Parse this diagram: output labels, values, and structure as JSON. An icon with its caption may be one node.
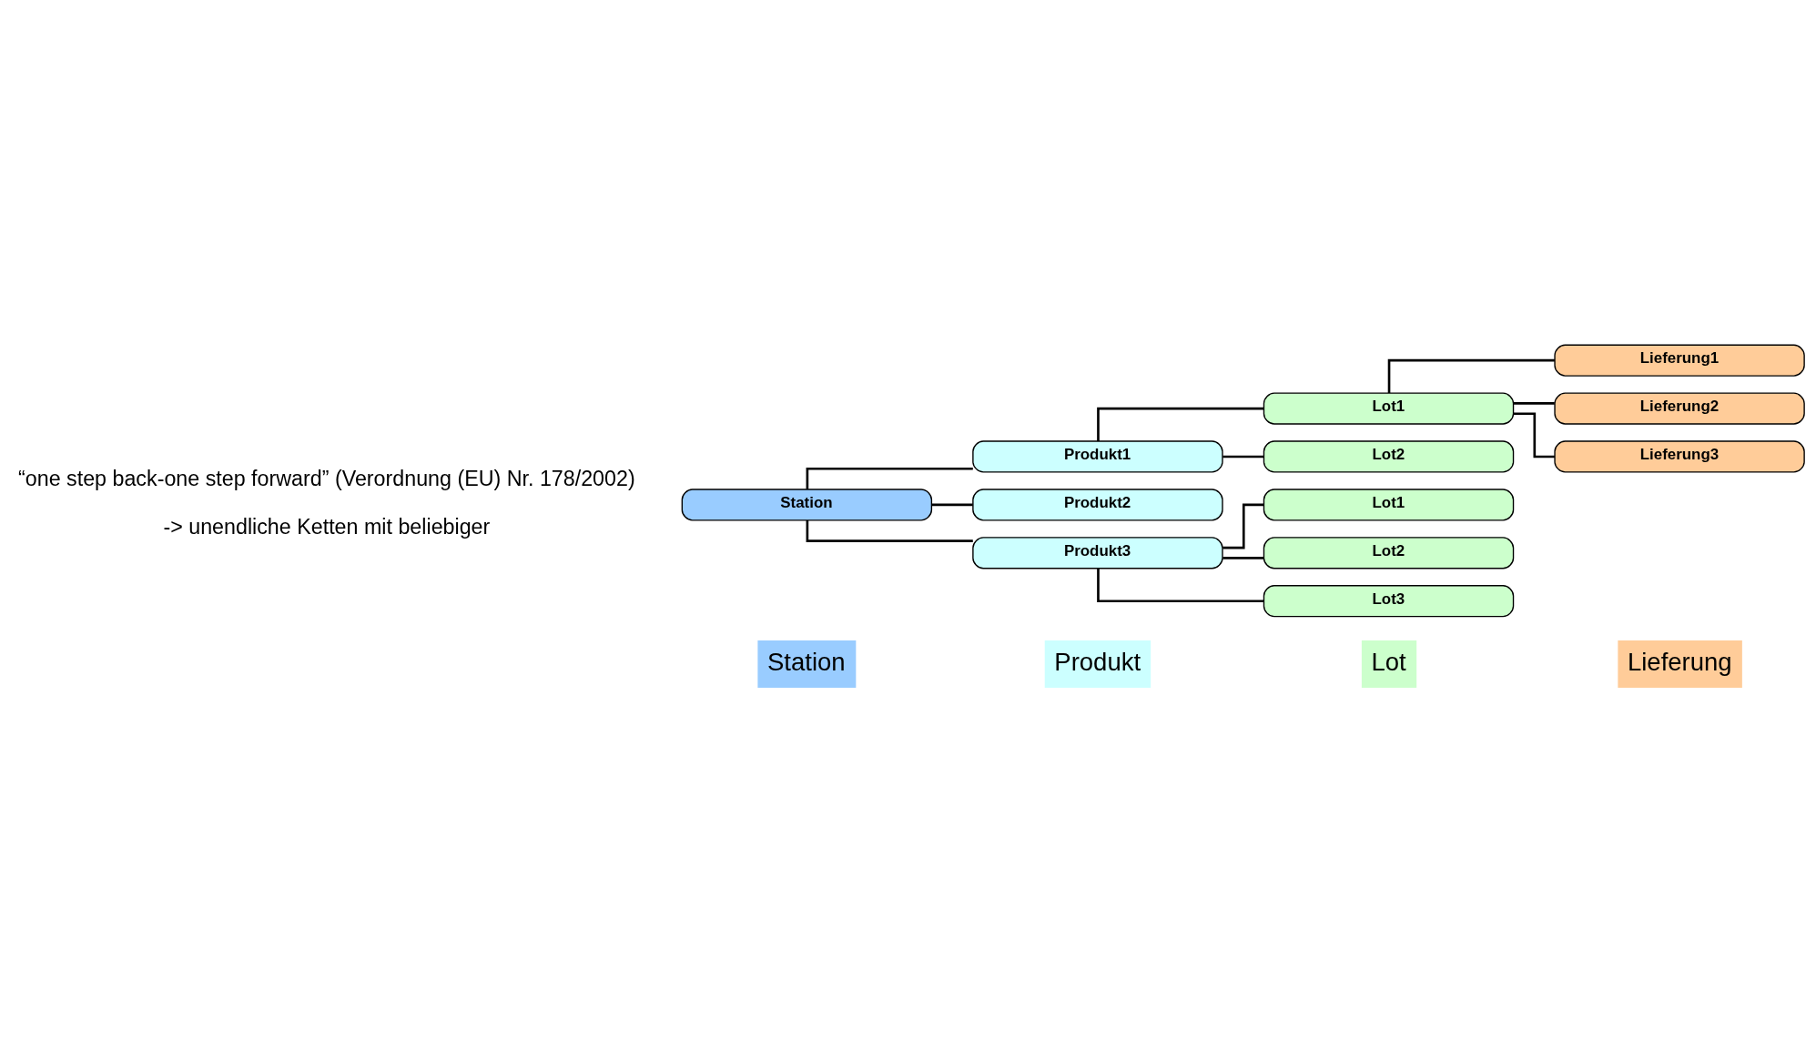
{
  "diagram": {
    "nodes": [
      {
        "text": [
          "Station"
        ]
      },
      {
        "text": [
          "Produkt1"
        ]
      },
      {
        "text": [
          "Lot1"
        ]
      },
      {
        "text": [
          "Lieferung1"
        ]
      },
      {
        "text": [
          "Lieferung2"
        ]
      },
      {
        "text": [
          "Lieferung3"
        ]
      },
      {
        "text": [
          "Lot2"
        ]
      },
      {
        "text": [
          "Produkt2"
        ]
      },
      {
        "text": [
          "Produkt3"
        ]
      },
      {
        "text": [
          "Lot1"
        ]
      },
      {
        "text": [
          "Lot2"
        ]
      },
      {
        "text": [
          "Lot3"
        ]
      }
    ],
    "edges": [
      {
        "from": 0,
        "to": 1,
        "arrow": "none"
      },
      {
        "from": 1,
        "to": 2,
        "arrow": "none"
      },
      {
        "from": 2,
        "to": 3,
        "arrow": "none"
      },
      {
        "from": 2,
        "to": 4,
        "arrow": "none"
      },
      {
        "from": 2,
        "to": 5,
        "arrow": "none"
      },
      {
        "from": 1,
        "to": 6,
        "arrow": "none"
      },
      {
        "from": 0,
        "to": 7,
        "arrow": "none"
      },
      {
        "from": 0,
        "to": 8,
        "arrow": "none"
      },
      {
        "from": 8,
        "to": 9,
        "arrow": "none"
      },
      {
        "from": 8,
        "to": 10,
        "arrow": "none"
      },
      {
        "from": 8,
        "to": 11,
        "arrow": "none"
      }
    ],
    "labels": [
      "“one step back-one step forward” (Verordnung (EU) Nr. 178/2002)",
      "-> unendliche Ketten mit beliebiger"
    ],
    "legend": [
      {
        "text": "Station",
        "color": "#99ccff"
      },
      {
        "text": "Produkt",
        "color": "#ccffff"
      },
      {
        "text": "Lot",
        "color": "#ccffcc"
      },
      {
        "text": "Lieferung",
        "color": "#ffcc99"
      }
    ]
  }
}
